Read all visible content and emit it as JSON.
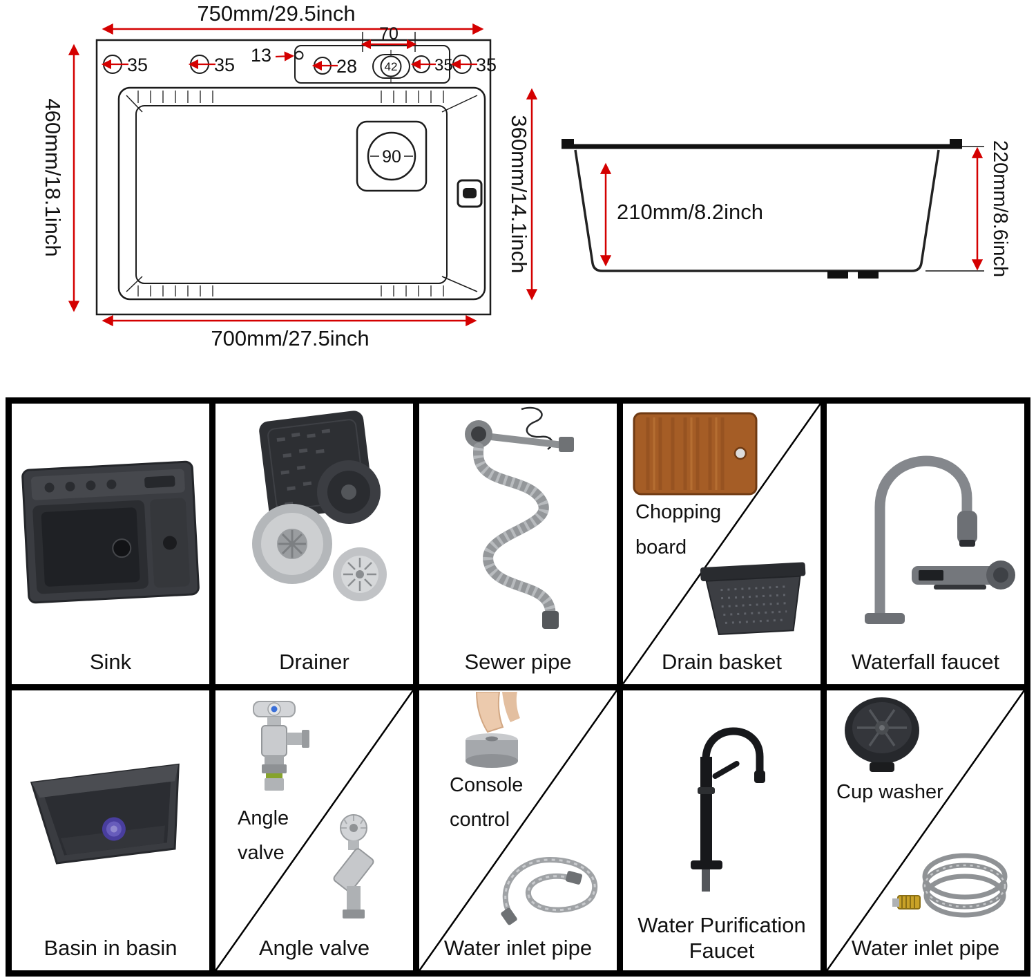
{
  "colors": {
    "dimension_red": "#d40000",
    "outline_black": "#1c1c1c",
    "grid_border": "#000000",
    "chopping_board_wood": "#a55d26",
    "drain_sticker_purple": "#493e9e",
    "brass_fitting_yellow": "#c9a227"
  },
  "top_view": {
    "width_top": "750mm/29.5inch",
    "width_bottom": "700mm/27.5inch",
    "height_left": "460mm/18.1inch",
    "height_right": "360mm/14.1inch",
    "slot_width": "70",
    "screw_hole": "13",
    "hole_left_1": "35",
    "hole_left_2": "35",
    "hole_mid": "28",
    "hole_slot": "42",
    "hole_right_1": "35",
    "hole_right_2": "35",
    "drain_diameter": "90"
  },
  "side_view": {
    "inner_depth": "210mm/8.2inch",
    "outer_height": "220mm/8.6inch"
  },
  "parts": {
    "sink": "Sink",
    "drainer": "Drainer",
    "sewer_pipe": "Sewer pipe",
    "chopping_line1": "Chopping",
    "chopping_line2": "board",
    "drain_basket": "Drain basket",
    "waterfall_faucet": "Waterfall faucet",
    "basin_in_basin": "Basin in basin",
    "angle_line1": "Angle",
    "angle_line2": "valve",
    "angle_valve": "Angle valve",
    "console_line1": "Console",
    "console_line2": "control",
    "water_inlet_pipe": "Water inlet pipe",
    "purification_line1": "Water Purification",
    "purification_line2": "Faucet",
    "cup_washer": "Cup washer",
    "water_inlet_pipe_2": "Water inlet pipe"
  }
}
